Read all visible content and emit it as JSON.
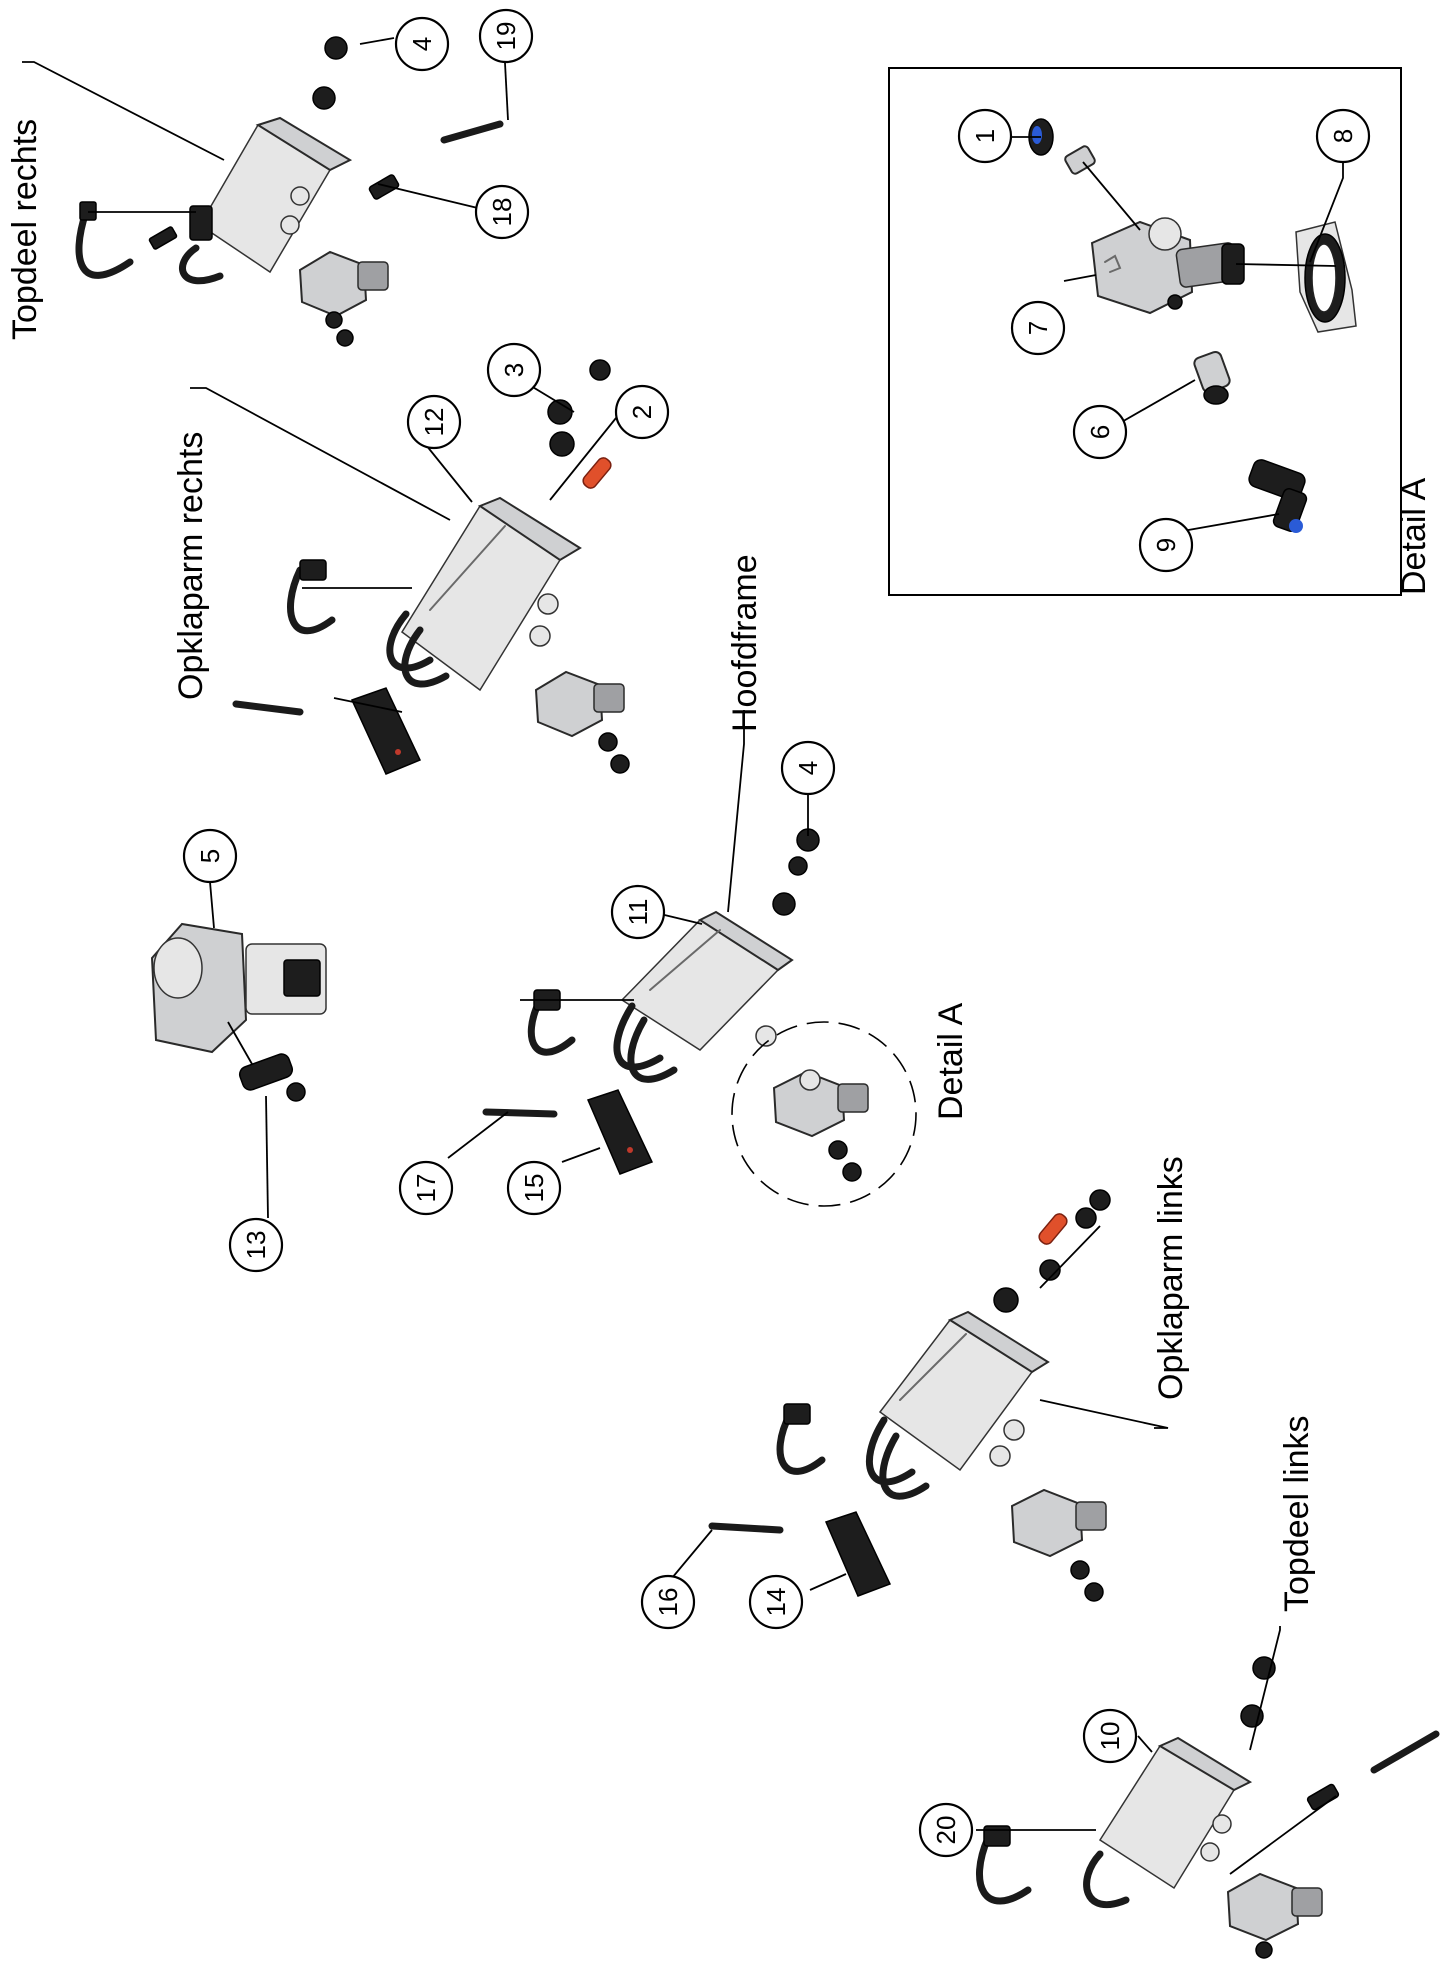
{
  "title": "",
  "assemblies": {
    "topdeel_rechts": "Topdeel rechts",
    "opklaparm_rechts": "Opklaparm rechts",
    "hoofdframe": "Hoofdframe",
    "opklaparm_links": "Opklaparm links",
    "topdeel_links": "Topdeel links"
  },
  "detail": {
    "callout_label": "Detail A",
    "view_label": "Detail A"
  },
  "balloons": {
    "b1": "1",
    "b2": "2",
    "b3": "3",
    "b4a": "4",
    "b4b": "4",
    "b5": "5",
    "b6": "6",
    "b7": "7",
    "b8": "8",
    "b9": "9",
    "b10": "10",
    "b11": "11",
    "b12": "12",
    "b13": "13",
    "b14": "14",
    "b15": "15",
    "b16": "16",
    "b17": "17",
    "b18": "18",
    "b19": "19",
    "b20": "20"
  }
}
